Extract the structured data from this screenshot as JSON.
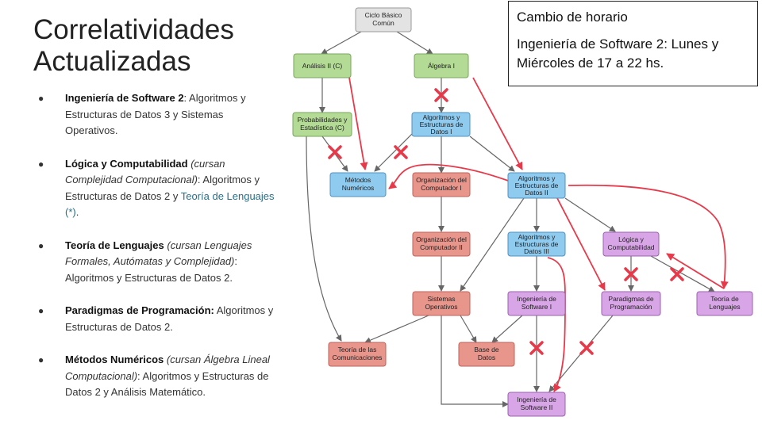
{
  "title": [
    "Correlatividades",
    "Actualizadas"
  ],
  "bullets": [
    {
      "bold": "Ingeniería de Software 2",
      "rest": ": Algoritmos y Estructuras de Datos 3 y Sistemas Operativos."
    },
    {
      "bold": "Lógica y Computabilidad",
      "italic": " (cursan Complejidad Computacional)",
      "rest": ": Algoritmos y Estructuras de Datos 2 y ",
      "link": "Teoría de Lenguajes (*)",
      "tail": "."
    },
    {
      "bold": "Teoría de Lenguajes",
      "italic": " (cursan Lenguajes Formales, Autómatas y Complejidad)",
      "rest": ": Algoritmos y Estructuras de Datos 2."
    },
    {
      "bold": "Paradigmas de Programación:",
      "rest": " Algoritmos y Estructuras de Datos 2."
    },
    {
      "bold": "Métodos Numéricos",
      "italic": " (cursan Álgebra Lineal Computacional)",
      "rest": ": Algoritmos y Estructuras de Datos 2 y Análisis Matemático."
    }
  ],
  "note": {
    "title": "Cambio de horario",
    "body": "Ingeniería de Software 2: Lunes y Miércoles de 17 a 22 hs."
  },
  "colors": {
    "gray": "#e3e3e3",
    "green": "#b3db95",
    "blue": "#8fcaef",
    "salmon": "#e8958c",
    "purple": "#d8a5e6",
    "red_arrow": "#e8394a"
  },
  "nodes": {
    "cbc": [
      "Ciclo Básico",
      "Común"
    ],
    "analisis2": [
      "Análisis II (C)"
    ],
    "algebra1": [
      "Álgebra I"
    ],
    "probest": [
      "Probabilidades y",
      "Estadística (C)"
    ],
    "aed1": [
      "Algoritmos y",
      "Estructuras de",
      "Datos I"
    ],
    "metnum": [
      "Métodos",
      "Numéricos"
    ],
    "orga1": [
      "Organización del",
      "Computador I"
    ],
    "aed2": [
      "Algoritmos y",
      "Estructuras de",
      "Datos II"
    ],
    "orga2": [
      "Organización del",
      "Computador II"
    ],
    "aed3": [
      "Algoritmos y",
      "Estructuras de",
      "Datos III"
    ],
    "logica": [
      "Lógica y",
      "Computabilidad"
    ],
    "sisop": [
      "Sistemas",
      "Operativos"
    ],
    "ingsoft1": [
      "Ingeniería de",
      "Software I"
    ],
    "paradigmas": [
      "Paradigmas de",
      "Programación"
    ],
    "teoleng": [
      "Teoría de",
      "Lenguajes"
    ],
    "teocom": [
      "Teoría de las",
      "Comunicaciones"
    ],
    "bd": [
      "Base de",
      "Datos"
    ],
    "ingsoft2": [
      "Ingeniería de",
      "Software II"
    ]
  }
}
